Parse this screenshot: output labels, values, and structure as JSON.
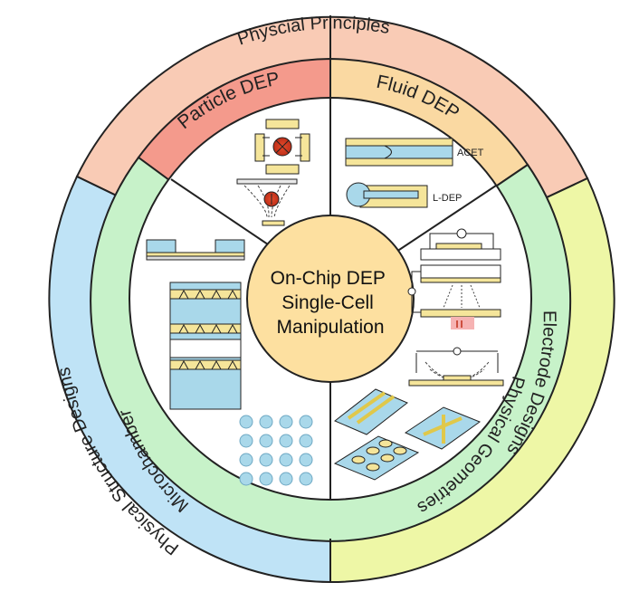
{
  "outer_ring": {
    "top_label": "Physcial Principles",
    "left_label": "Physical Structure Designs",
    "right_label": "Electrode Designs",
    "colors": {
      "top": "#f9cbb5",
      "left": "#bfe3f6",
      "right": "#eef7a6"
    }
  },
  "inner_ring": {
    "particle_label": "Particle DEP",
    "fluid_label": "Fluid DEP",
    "microchamber_label": "Microchamber",
    "geometries_label": "Physical Geometries",
    "colors": {
      "particle": "#f49a8c",
      "fluid": "#fad9a2",
      "green": "#c7f2c9"
    }
  },
  "center": {
    "line1": "On-Chip DEP",
    "line2": "Single-Cell",
    "line3": "Manipulation",
    "color": "#fde0a0"
  },
  "illustrations": {
    "acet_label": "ACET",
    "ldep_label": "L-DEP"
  }
}
